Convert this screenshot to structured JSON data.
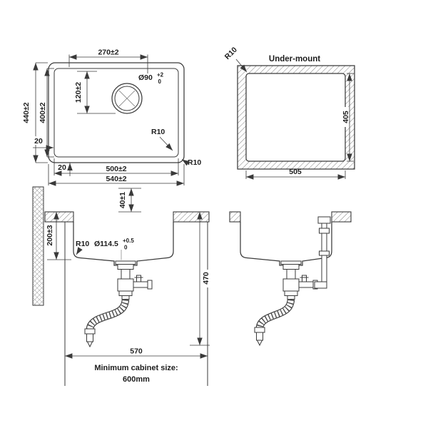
{
  "palette": {
    "ink": "#3a3a3a",
    "background": "#ffffff"
  },
  "top_view": {
    "dim_drain_offset_x": "270±2",
    "dim_drain_offset_y": "120±2",
    "drain_diameter": "Ø90",
    "drain_tol_upper": "+2",
    "drain_tol_lower": "0",
    "dim_outer_height": "440±2",
    "dim_inner_height": "400±2",
    "wall_thickness_left": "20",
    "wall_thickness_bottom": "20",
    "inner_corner_radius": "R10",
    "outer_corner_radius": "R10",
    "dim_inner_width": "500±2",
    "dim_outer_width": "540±2"
  },
  "cutout_view": {
    "title": "Under-mount",
    "corner_radius": "R10",
    "dim_opening_height": "405",
    "dim_opening_width": "505"
  },
  "front_view": {
    "dim_drain_stub_height": "40±1",
    "dim_bowl_depth": "200±3",
    "bowl_corner_radius": "R10",
    "flange_diameter": "Ø114.5",
    "flange_tol_upper": "+0.5",
    "flange_tol_lower": "0",
    "dim_install_height": "470",
    "dim_cabinet_inner_width": "570",
    "cabinet_note_line1": "Minimum cabinet size:",
    "cabinet_note_line2": "600mm"
  }
}
